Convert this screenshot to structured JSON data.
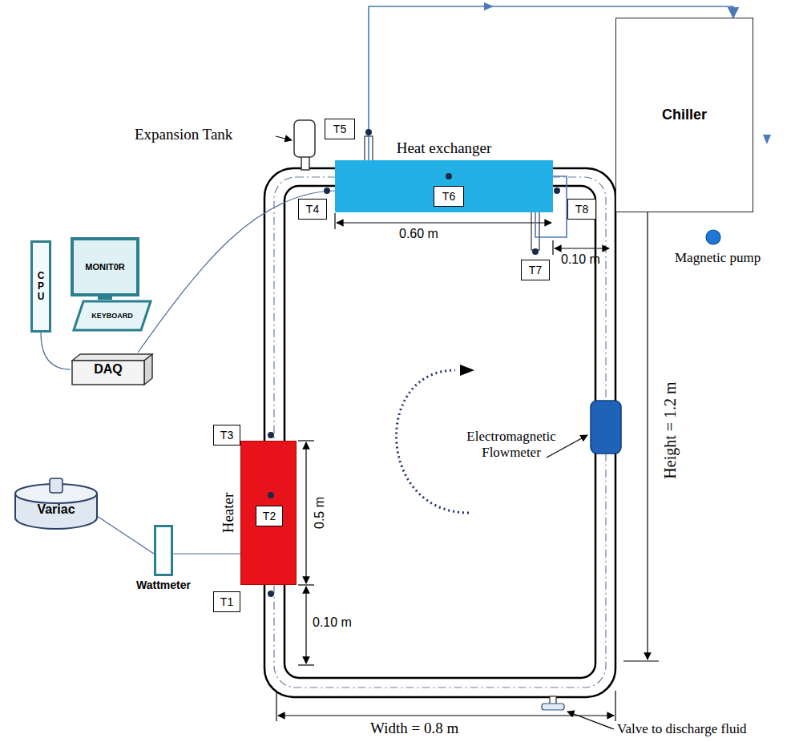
{
  "diagram": {
    "nodes": [
      {
        "text": [
          "Chiller"
        ]
      },
      {
        "text": [
          "Heat exchanger"
        ]
      },
      {
        "text": [
          "T5"
        ]
      },
      {
        "text": [
          "T4"
        ]
      },
      {
        "text": [
          "T6"
        ],
        "in": 1
      },
      {
        "text": [
          "T8"
        ]
      },
      {
        "text": [
          "T7"
        ]
      },
      {
        "text": [
          "MONIT0R"
        ]
      },
      {
        "text": [
          "CPU"
        ]
      },
      {
        "text": [
          "KEYBOARD"
        ]
      },
      {
        "text": [
          "DAQ"
        ]
      },
      {
        "text": [
          "T3"
        ]
      },
      {
        "text": [
          "Heater"
        ]
      },
      {
        "text": [
          "T2"
        ],
        "in": 12
      },
      {
        "text": [
          "Variac"
        ]
      },
      {
        "text": [
          "Wattmeter"
        ]
      },
      {
        "text": [
          "T1"
        ]
      }
    ],
    "edges": [
      {
        "from": 1,
        "to": 0,
        "arrow": "to"
      },
      {
        "from": 0,
        "to": 1,
        "arrow": "none"
      },
      {
        "from": 8,
        "to": 10,
        "arrow": "none"
      },
      {
        "from": 10,
        "to": 1,
        "arrow": "none"
      },
      {
        "from": 14,
        "to": 15,
        "arrow": "none"
      },
      {
        "from": 15,
        "to": 12,
        "arrow": "none"
      }
    ],
    "labels": [
      "Expansion Tank",
      "0.60 m",
      "0.10 m",
      "Magnetic pump",
      "Electromagnetic Flowmeter",
      "Height = 1.2 m",
      "0.5 m",
      "0.10 m",
      "Width = 0.8 m",
      "Valve to discharge fluid"
    ]
  }
}
